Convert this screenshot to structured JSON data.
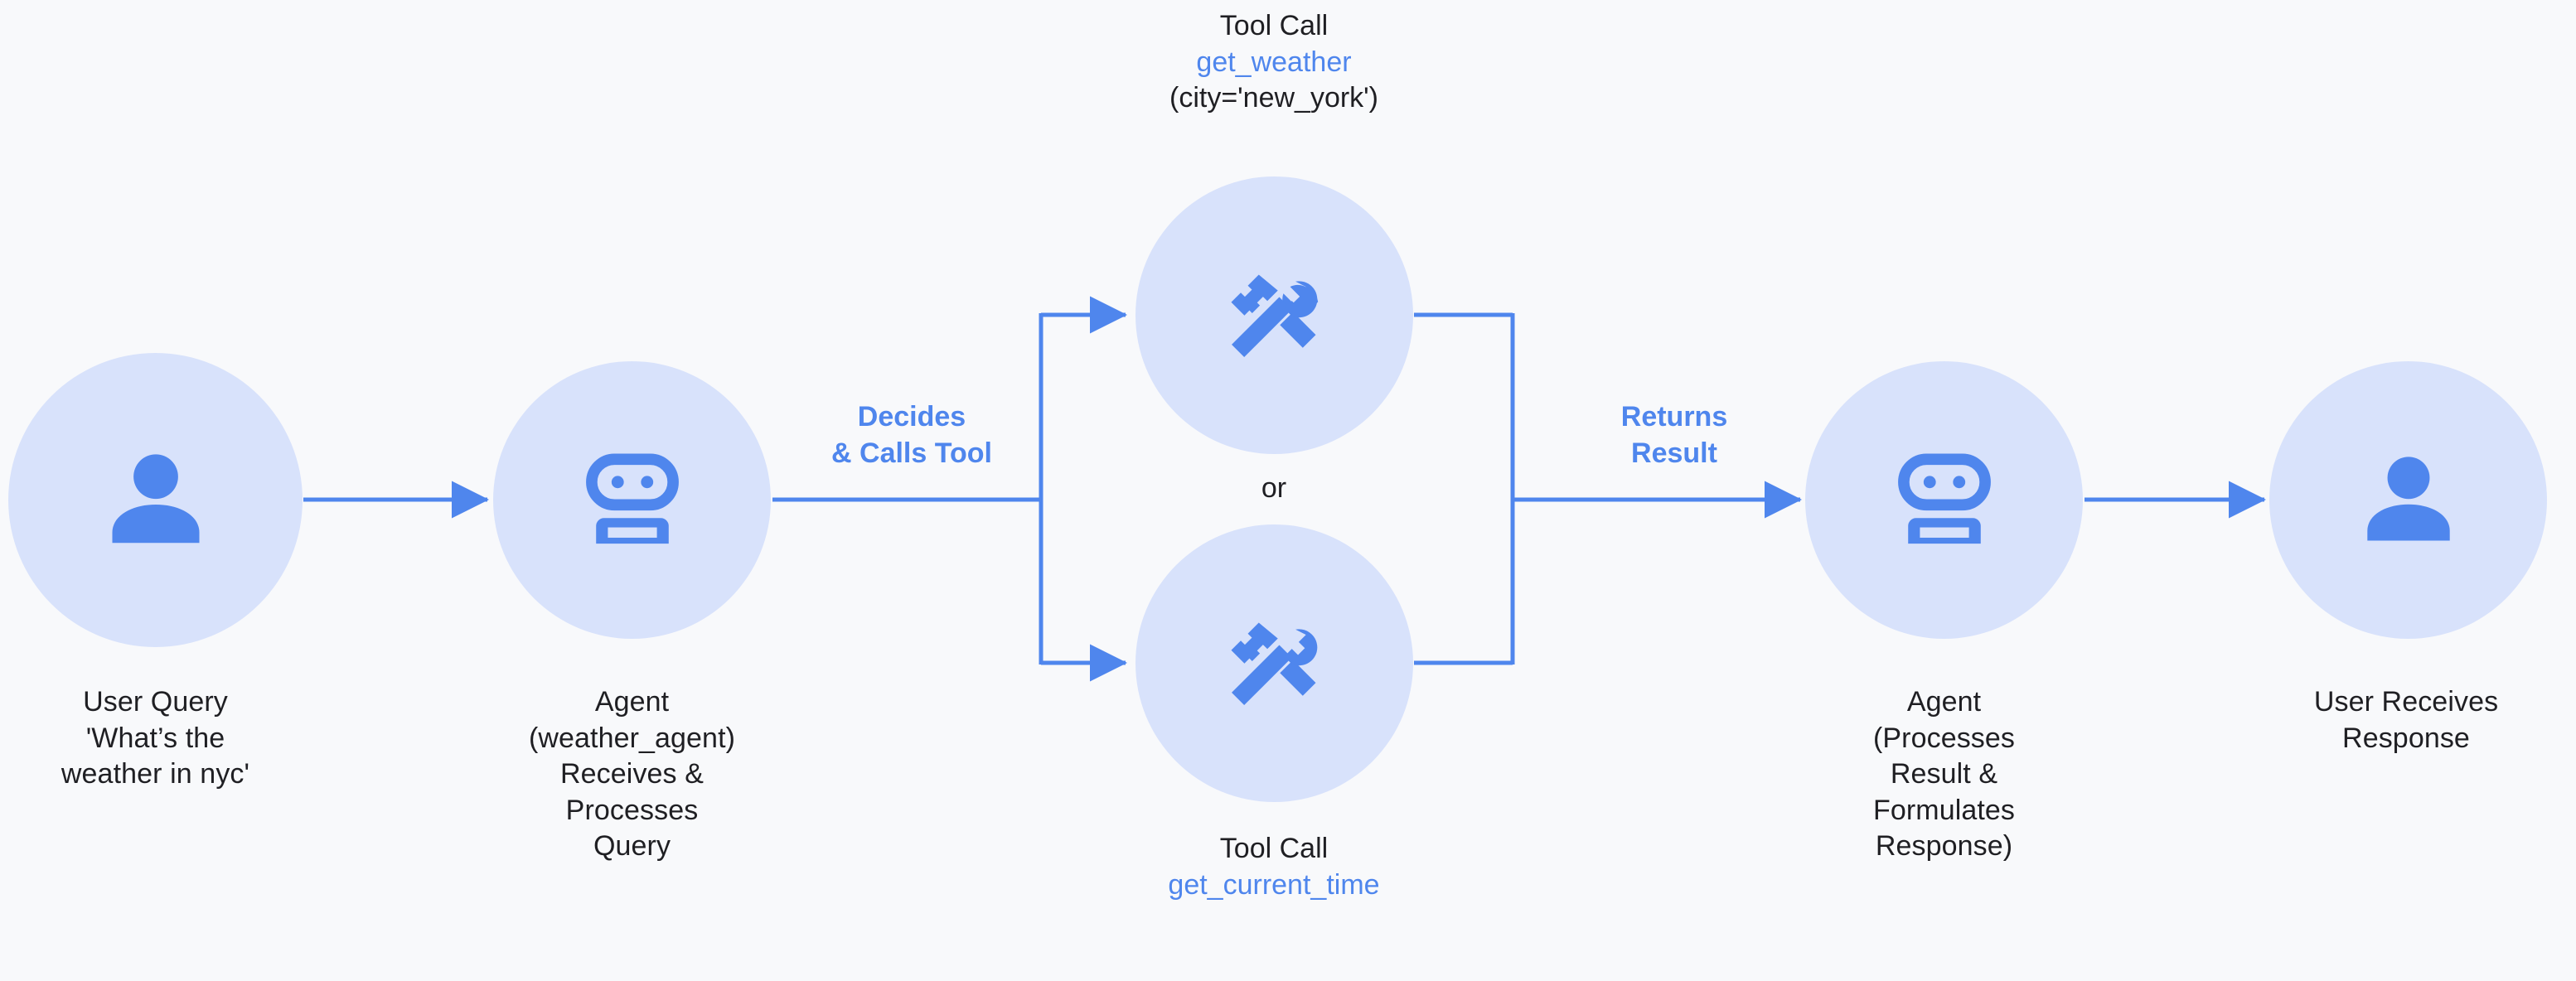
{
  "theme": {
    "background": "#f8f9fb",
    "node_fill": "#d8e2fb",
    "accent": "#4f86ed",
    "text": "#1f1f23"
  },
  "nodes": [
    {
      "id": "user-query",
      "icon": "person-icon",
      "caption": "User Query\n'What’s the\nweather in nyc'"
    },
    {
      "id": "agent-receives",
      "icon": "robot-icon",
      "caption": "Agent\n(weather_agent)\nReceives &\nProcesses\nQuery"
    },
    {
      "id": "tool-weather",
      "icon": "tools-icon",
      "title": "Tool Call",
      "function": "get_weather",
      "args": "(city='new_york')"
    },
    {
      "id": "tool-time",
      "icon": "tools-icon",
      "title": "Tool Call",
      "function": "get_current_time",
      "args": ""
    },
    {
      "id": "agent-formulates",
      "icon": "robot-icon",
      "caption": "Agent\n(Processes\nResult &\nFormulates\nResponse)"
    },
    {
      "id": "user-response",
      "icon": "person-icon",
      "caption": "User Receives\nResponse"
    }
  ],
  "edges": {
    "decides_label": "Decides\n& Calls Tool",
    "returns_label": "Returns\nResult",
    "branch_separator": "or"
  }
}
